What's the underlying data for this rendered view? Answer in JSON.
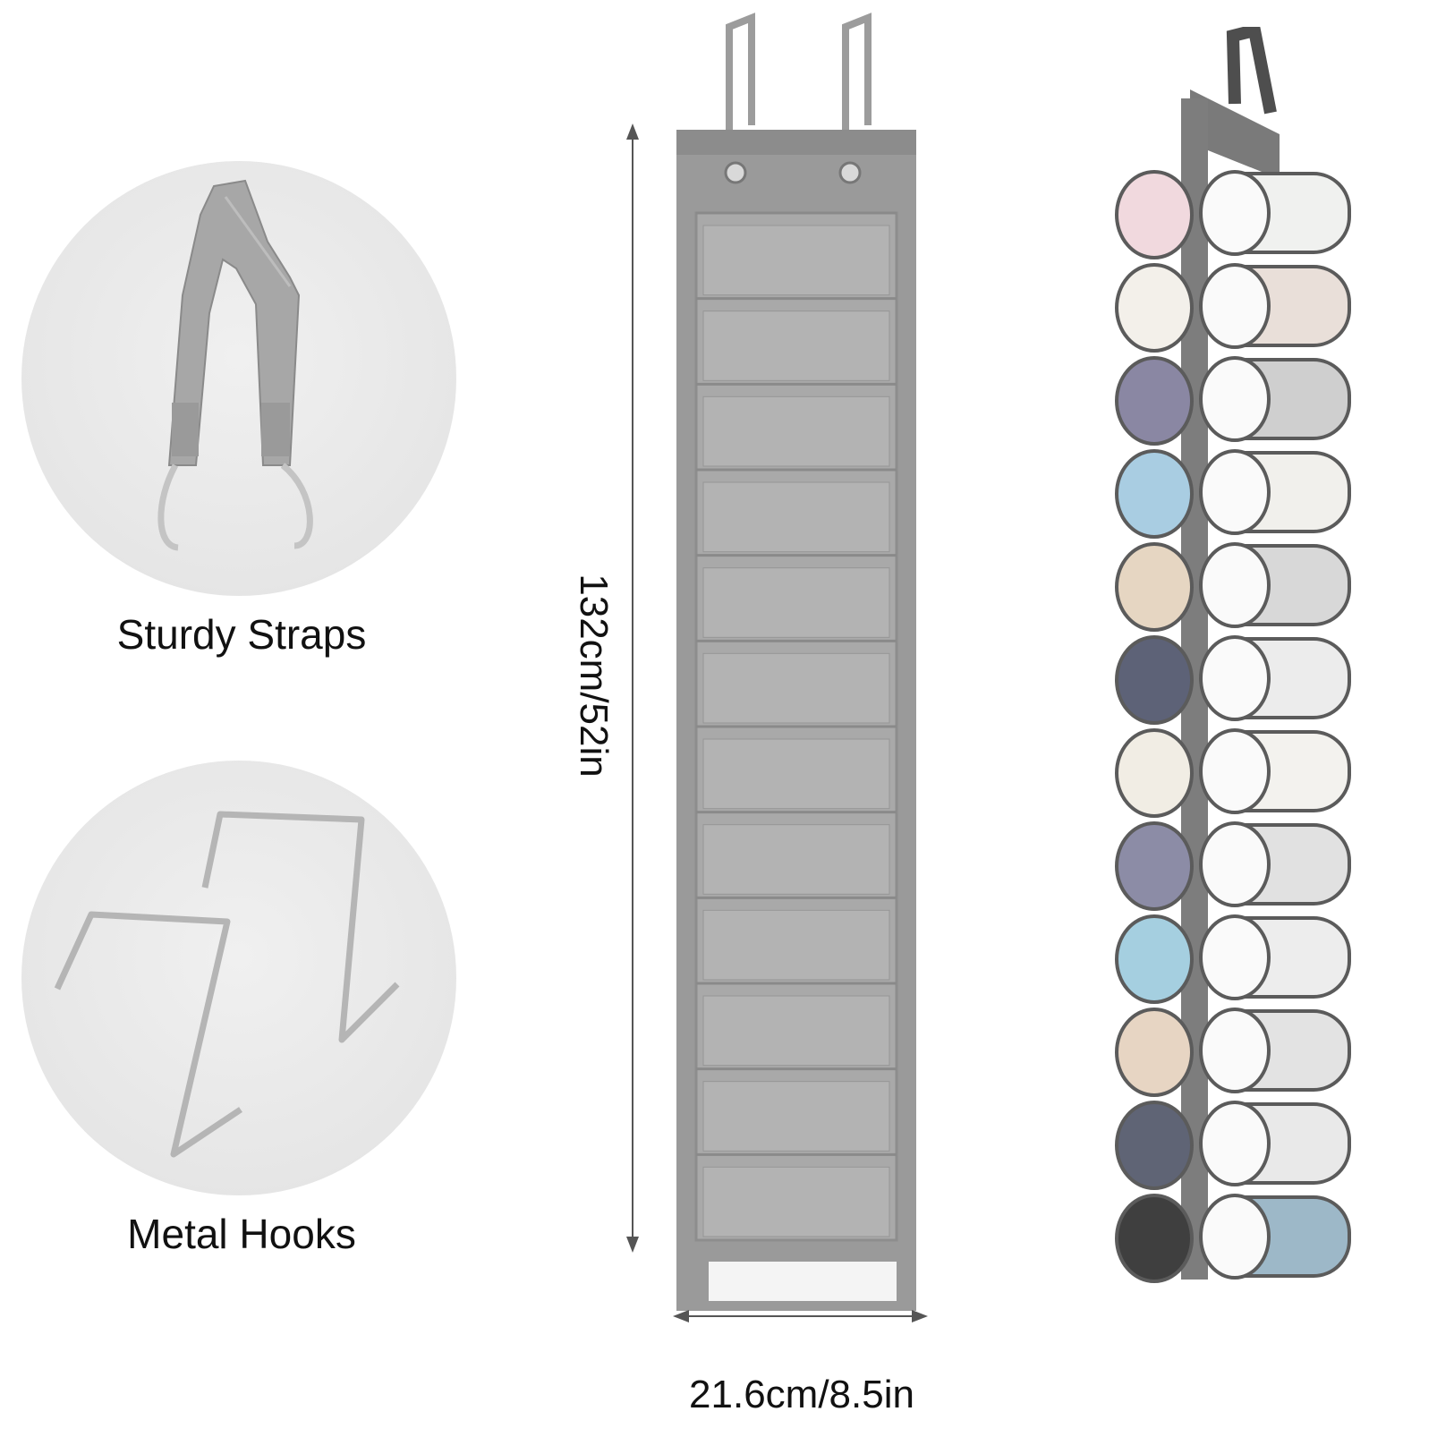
{
  "features": {
    "straps_label": "Sturdy Straps",
    "hooks_label": "Metal Hooks"
  },
  "dimensions": {
    "height_label": "132cm/52in",
    "width_label": "21.6cm/8.5in"
  },
  "organizer": {
    "pocket_rows": 12
  },
  "colors": {
    "fabric": "#9b9b9b",
    "fabric_dark": "#6f6f6f",
    "background_circle": "#e8e8e8"
  }
}
